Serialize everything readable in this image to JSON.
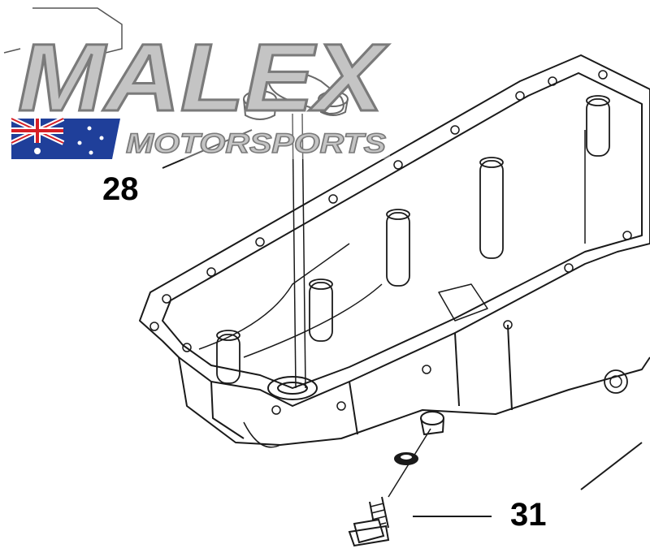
{
  "watermark": {
    "brand_main": "MALEX",
    "brand_sub": "MOTORSPORTS",
    "flag": "australian-flag"
  },
  "callouts": [
    {
      "id": "28",
      "label": "28"
    },
    {
      "id": "31",
      "label": "31"
    }
  ],
  "colors": {
    "line": "#1a1a1a",
    "logo_silver": "#b8b8b8",
    "flag_blue": "#1f3f9a",
    "flag_red": "#d61f26"
  }
}
